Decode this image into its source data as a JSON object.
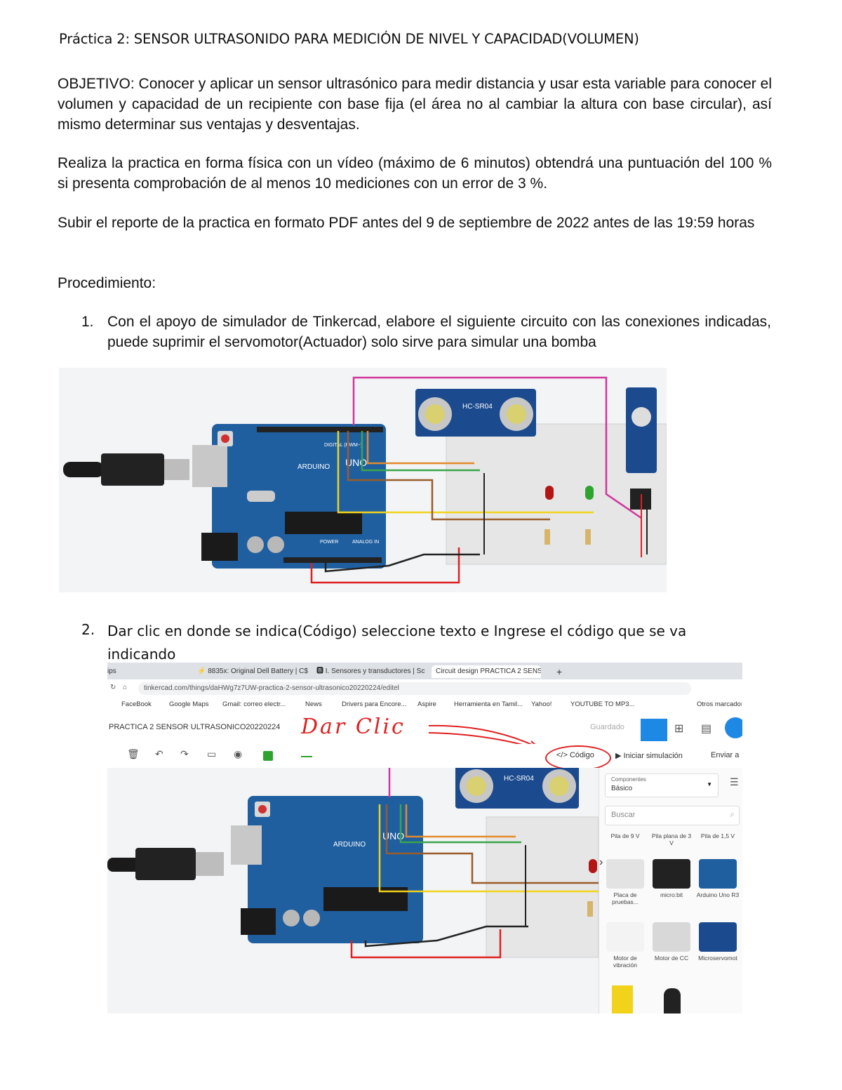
{
  "title": "Práctica 2: SENSOR ULTRASONIDO PARA MEDICIÓN DE NIVEL Y CAPACIDAD(VOLUMEN)",
  "objective": "OBJETIVO: Conocer y aplicar un sensor ultrasónico para medir distancia y usar esta variable para conocer el volumen y capacidad de un recipiente con base fija (el área no al cambiar la altura con base circular), así mismo determinar sus ventajas y desventajas.",
  "para2": "Realiza la practica en forma física con un vídeo (máximo de 6 minutos) obtendrá una puntuación  del 100 % si presenta comprobación de al menos 10 mediciones con un error de 3 %.",
  "para3": "Subir el reporte de la practica en formato PDF antes del 9 de septiembre de 2022 antes de las 19:59 horas",
  "procedure_label": "Procedimiento:",
  "steps": [
    {
      "num": "1.",
      "text": "Con el apoyo de simulador de Tinkercad, elabore el siguiente circuito con las conexiones indicadas, puede suprimir el servomotor(Actuador) solo sirve para simular una bomba"
    },
    {
      "num": "2.",
      "text": "Dar clic en donde se indica(Código) seleccione texto e Ingrese el código que se va indicando"
    }
  ],
  "circuit": {
    "arduino_label": "ARDUINO",
    "uno_label": "UNO",
    "digital_label": "DIGITAL (PWM~)",
    "power_label": "POWER",
    "analog_label": "ANALOG IN",
    "sensor_label": "HC-SR04",
    "colors": {
      "board": "#1f5fa0",
      "sensor": "#1b4a8e",
      "wire_pink": "#d2359b",
      "wire_yellow": "#f2d31b",
      "wire_orange": "#e38a2b",
      "wire_green": "#3aa54a",
      "wire_brown": "#9a5c2a",
      "wire_red": "#e02020",
      "wire_black": "#222222",
      "led_red": "#b41616",
      "led_green": "#2fa32f"
    }
  },
  "browser": {
    "tabs": [
      "ips",
      "⚡ 8835x: Original Dell Battery | C$",
      "🅱 I. Sensores y transductores | Sch",
      "Circuit design PRACTICA 2 SENS",
      "+"
    ],
    "url": "tinkercad.com/things/daHWg7z7UW-practica-2-sensor-ultrasonico20220224/editel",
    "bookmarks": [
      "FaceBook",
      "Google Maps",
      "Gmail: correo electr...",
      "News",
      "Drivers para Encore...",
      "Aspire",
      "Herramienta en Tamil...",
      "Yahoo!",
      "YOUTUBE TO MP3...",
      "Otros marcadores"
    ],
    "project_title": "PRACTICA 2 SENSOR ULTRASONICO20220224",
    "saved": "Guardado",
    "annotation": "Dar Clic",
    "code_button": "Código",
    "start_sim": "Iniciar simulación",
    "send": "Enviar a",
    "components_label": "Componentes",
    "components_value": "Básico",
    "search_placeholder": "Buscar",
    "row0": [
      "Pila de 9 V",
      "Pila plana de 3 V",
      "Pila de 1,5 V"
    ],
    "row1": [
      "Placa de pruebas...",
      "micro:bit",
      "Arduino Uno R3"
    ],
    "row2": [
      "Motor de vibración",
      "Motor de CC",
      "Microservomot"
    ]
  }
}
